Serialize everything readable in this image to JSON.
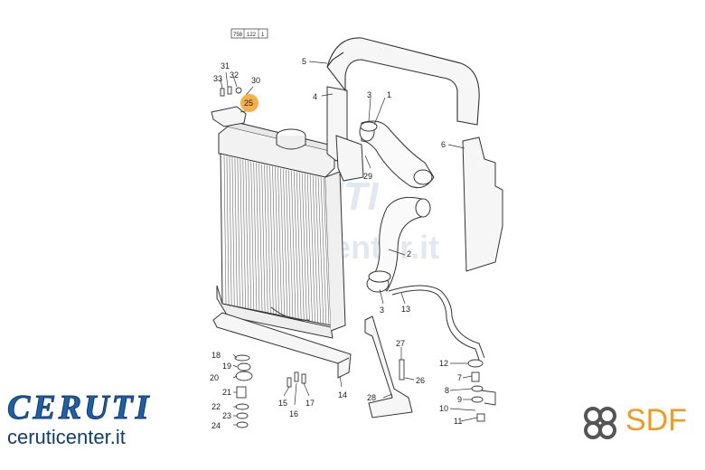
{
  "drawing_ref": {
    "left": "758",
    "mid": "122",
    "right": "1"
  },
  "highlight_color": "#f5b04a",
  "callouts": [
    {
      "id": "c1",
      "label": "1"
    },
    {
      "id": "c2",
      "label": "2"
    },
    {
      "id": "c3a",
      "label": "3"
    },
    {
      "id": "c3b",
      "label": "3"
    },
    {
      "id": "c4",
      "label": "4"
    },
    {
      "id": "c5",
      "label": "5"
    },
    {
      "id": "c6",
      "label": "6"
    },
    {
      "id": "c7",
      "label": "7"
    },
    {
      "id": "c8",
      "label": "8"
    },
    {
      "id": "c9",
      "label": "9"
    },
    {
      "id": "c10",
      "label": "10"
    },
    {
      "id": "c11",
      "label": "11"
    },
    {
      "id": "c12",
      "label": "12"
    },
    {
      "id": "c13",
      "label": "13"
    },
    {
      "id": "c14",
      "label": "14"
    },
    {
      "id": "c15",
      "label": "15"
    },
    {
      "id": "c16",
      "label": "16"
    },
    {
      "id": "c17",
      "label": "17"
    },
    {
      "id": "c18",
      "label": "18"
    },
    {
      "id": "c19",
      "label": "19"
    },
    {
      "id": "c20",
      "label": "20"
    },
    {
      "id": "c21",
      "label": "21"
    },
    {
      "id": "c22",
      "label": "22"
    },
    {
      "id": "c23",
      "label": "23"
    },
    {
      "id": "c24",
      "label": "24"
    },
    {
      "id": "c25",
      "label": "25"
    },
    {
      "id": "c26",
      "label": "26"
    },
    {
      "id": "c27",
      "label": "27"
    },
    {
      "id": "c28",
      "label": "28"
    },
    {
      "id": "c29",
      "label": "29"
    },
    {
      "id": "c30",
      "label": "30"
    },
    {
      "id": "c31",
      "label": "31"
    },
    {
      "id": "c32",
      "label": "32"
    },
    {
      "id": "c33",
      "label": "33"
    }
  ],
  "watermark": {
    "line1": "CERUTI",
    "line2": "ceruticenter.it"
  },
  "brand_left": {
    "name": "CERUTI",
    "site": "ceruticenter.it",
    "color": "#1f5fa8"
  },
  "brand_right": {
    "name": "SDF",
    "color": "#f29a1d",
    "icon": "sdf-logo-icon"
  }
}
